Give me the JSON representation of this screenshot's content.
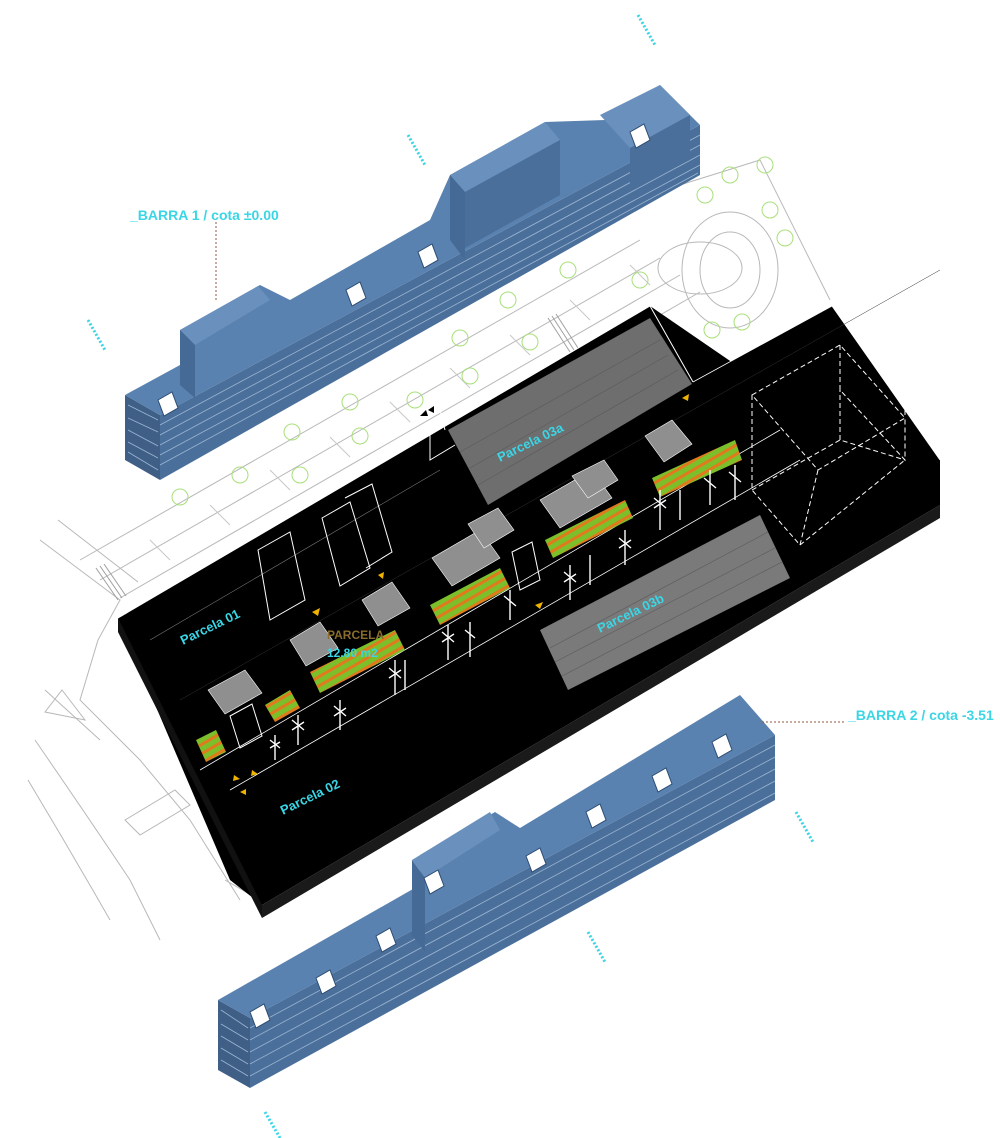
{
  "labels": {
    "barra1": "_BARRA 1 / cota ±0.00",
    "barra2": "_BARRA 2 / cota -3.51",
    "parcela01": "Parcela 01",
    "parcela02": "Parcela 02",
    "parcela03a": "Parcela 03a",
    "parcela03b": "Parcela 03b",
    "parcela_title": "PARCELA",
    "parcela_area": "12.80 m2"
  },
  "colors": {
    "label_cyan": "#3ad6e6",
    "building_blue": "#4f76a3",
    "building_roof": "#5a82b0",
    "window_white": "#ffffff",
    "base_black": "#000000",
    "grey_block": "#8f8f8f",
    "planter_green": "#7bbf2a",
    "planter_orange": "#e07a1c",
    "tree_green": "#a8e07a",
    "leader_brown": "#8b5a3c",
    "arrow_yellow": "#f0b400",
    "parcela_gold": "#8a6d2c"
  },
  "icons": [
    "north-arrow-icon",
    "entry-arrow-icon",
    "tree-icon",
    "dashed-volume-icon"
  ]
}
